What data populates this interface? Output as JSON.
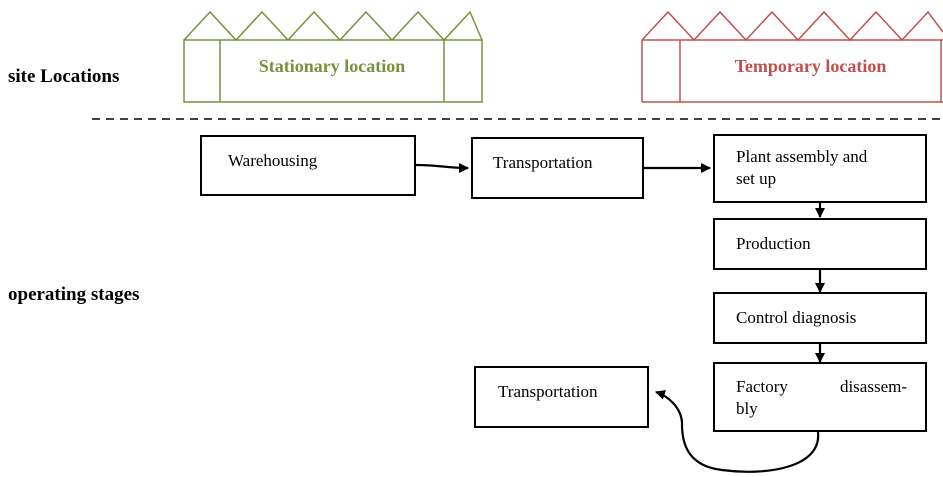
{
  "labels": {
    "site_locations": "site Locations",
    "operating_stages": "operating stages"
  },
  "locations": {
    "stationary": {
      "label": "Stationary location",
      "color": "#77933C"
    },
    "temporary": {
      "label": "Temporary location",
      "color": "#C0504D"
    }
  },
  "stages": {
    "warehousing": "Warehousing",
    "transportation_1": "Transportation",
    "plant_assembly_line1": "Plant assembly and",
    "plant_assembly_line2": "set up",
    "production": "Production",
    "control_diagnosis": "Control diagnosis",
    "factory_disassembly_line1a": "Factory",
    "factory_disassembly_line1b": "disassem-",
    "factory_disassembly_line2": "bly",
    "transportation_2": "Transportation"
  }
}
